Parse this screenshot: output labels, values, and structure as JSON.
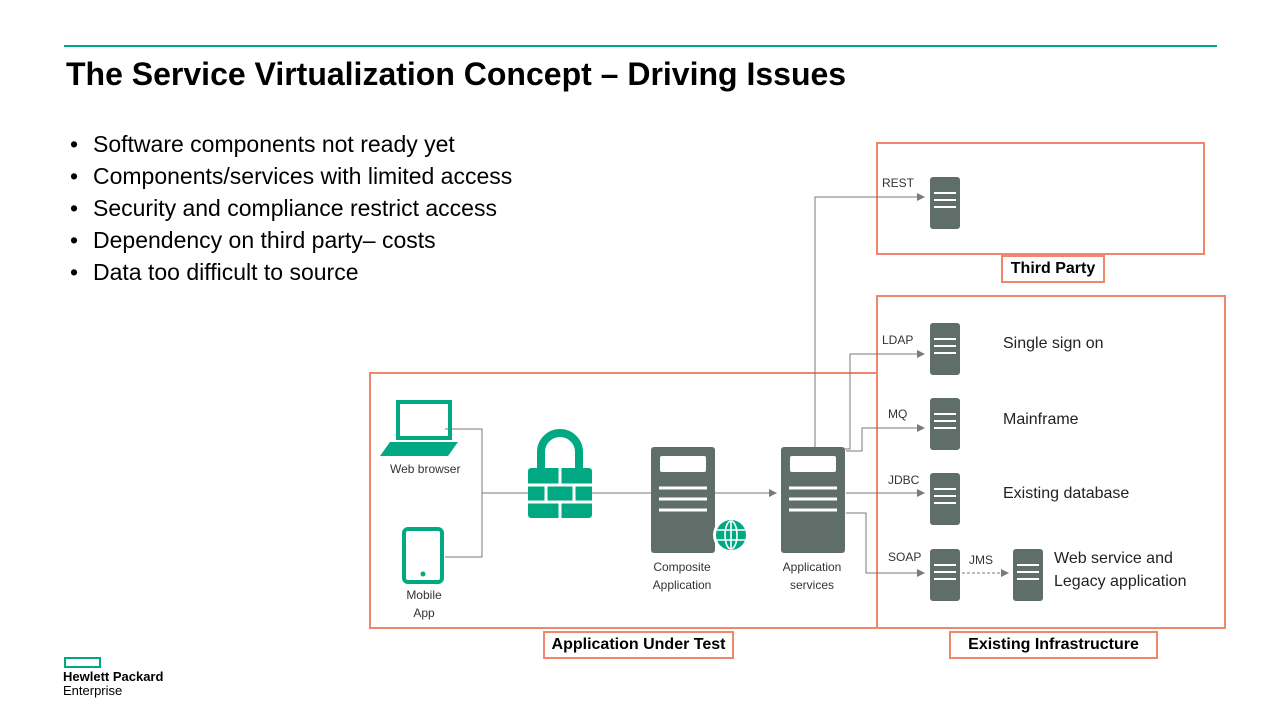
{
  "slide": {
    "title": "The Service Virtualization Concept – Driving Issues",
    "bullets": [
      "Software components not ready yet",
      "Components/services with limited access",
      "Security and compliance restrict access",
      "Dependency on third party– costs",
      "Data too difficult to source"
    ]
  },
  "diagram": {
    "labels": {
      "web_browser": "Web browser",
      "mobile_app": "Mobile App",
      "composite_app": "Composite Application",
      "app_services": "Application services"
    },
    "protocols": {
      "rest": "REST",
      "ldap": "LDAP",
      "mq": "MQ",
      "jdbc": "JDBC",
      "soap": "SOAP",
      "jms": "JMS"
    },
    "descriptions": {
      "sso": "Single sign on",
      "mainframe": "Mainframe",
      "database": "Existing database",
      "webservice_line1": "Web service and",
      "webservice_line2": "Legacy application"
    },
    "captions": {
      "third_party": "Third Party",
      "aut": "Application Under Test",
      "infra": "Existing Infrastructure"
    },
    "colors": {
      "accent": "#01a982",
      "box_border": "#f0866a",
      "server": "#5f6e69",
      "line": "#7a7a7a"
    }
  },
  "logo": {
    "line1": "Hewlett Packard",
    "line2": "Enterprise"
  }
}
